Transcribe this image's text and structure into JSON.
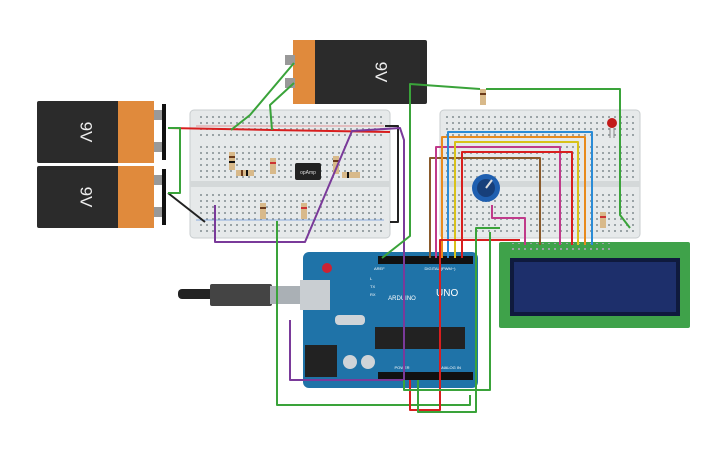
{
  "batteries": [
    {
      "label": "9V"
    },
    {
      "label": "9V"
    },
    {
      "label": "9V"
    }
  ],
  "chip": {
    "label": "opAmp"
  },
  "arduino": {
    "brand": "ARDUINO",
    "model": "UNO",
    "digital_header": "DIGITAL (PWM~)",
    "power_header": "POWER",
    "analog_header": "ANALOG IN",
    "aref_label": "AREF",
    "tx_label": "TX",
    "rx_label": "RX",
    "l_label": "L"
  },
  "lcd": {
    "pins": 16
  },
  "colors": {
    "battery_body": "#2b2b2b",
    "battery_cap": "#e08a3c",
    "board_pcb": "#1f73a8",
    "lcd_pcb": "#3fa24a",
    "lcd_screen": "#1d2f6b",
    "wire_green": "#3aa33a",
    "wire_red": "#d81e1e",
    "wire_purple": "#7a3a9a",
    "wire_black": "#222222",
    "wire_orange": "#e88a1c",
    "wire_blue": "#2a8bd6",
    "wire_brown": "#8a5a2b",
    "wire_yellow": "#d8c21a",
    "wire_magenta": "#c03a8a"
  }
}
